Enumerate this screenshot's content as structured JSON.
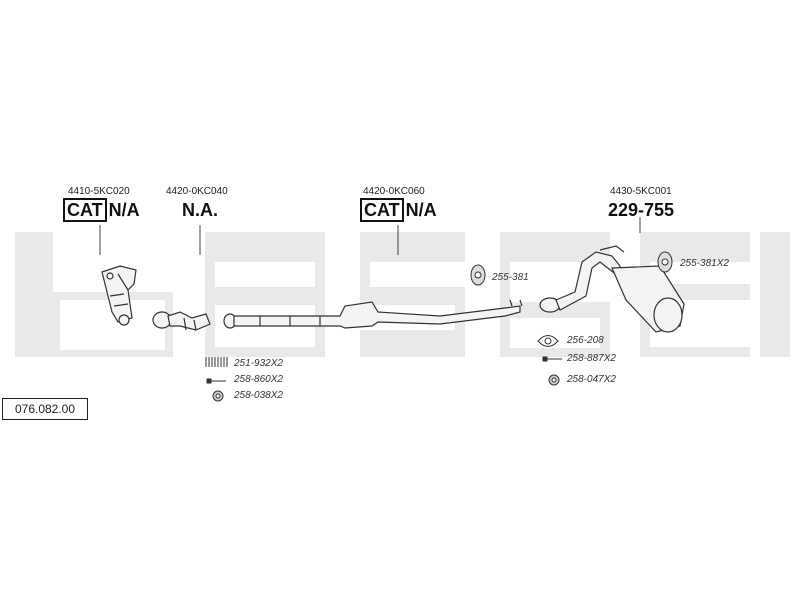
{
  "diagram": {
    "reference": "076.082.00",
    "parts": [
      {
        "code": "4410-5KC020",
        "label_a": "CAT",
        "label_b": "N/A"
      },
      {
        "code": "4420-0KC040",
        "label_a": "",
        "label_b": "N.A."
      },
      {
        "code": "4420-0KC060",
        "label_a": "CAT",
        "label_b": "N/A"
      },
      {
        "code": "4430-5KC001",
        "label_a": "",
        "label_b": "229-755"
      }
    ],
    "accessories": [
      {
        "code": "251-932X2",
        "icon": "spring-icon"
      },
      {
        "code": "258-860X2",
        "icon": "bolt-icon"
      },
      {
        "code": "258-038X2",
        "icon": "nut-icon"
      },
      {
        "code": "255-381",
        "icon": "rubber-mount-icon"
      },
      {
        "code": "255-381X2",
        "icon": "rubber-mount-icon"
      },
      {
        "code": "256-208",
        "icon": "gasket-icon"
      },
      {
        "code": "258-887X2",
        "icon": "bolt-icon"
      },
      {
        "code": "258-047X2",
        "icon": "nut-icon"
      }
    ],
    "colors": {
      "watermark": "#e6e6e6",
      "line": "#444444",
      "pipe_fill": "#f4f4f4"
    }
  }
}
